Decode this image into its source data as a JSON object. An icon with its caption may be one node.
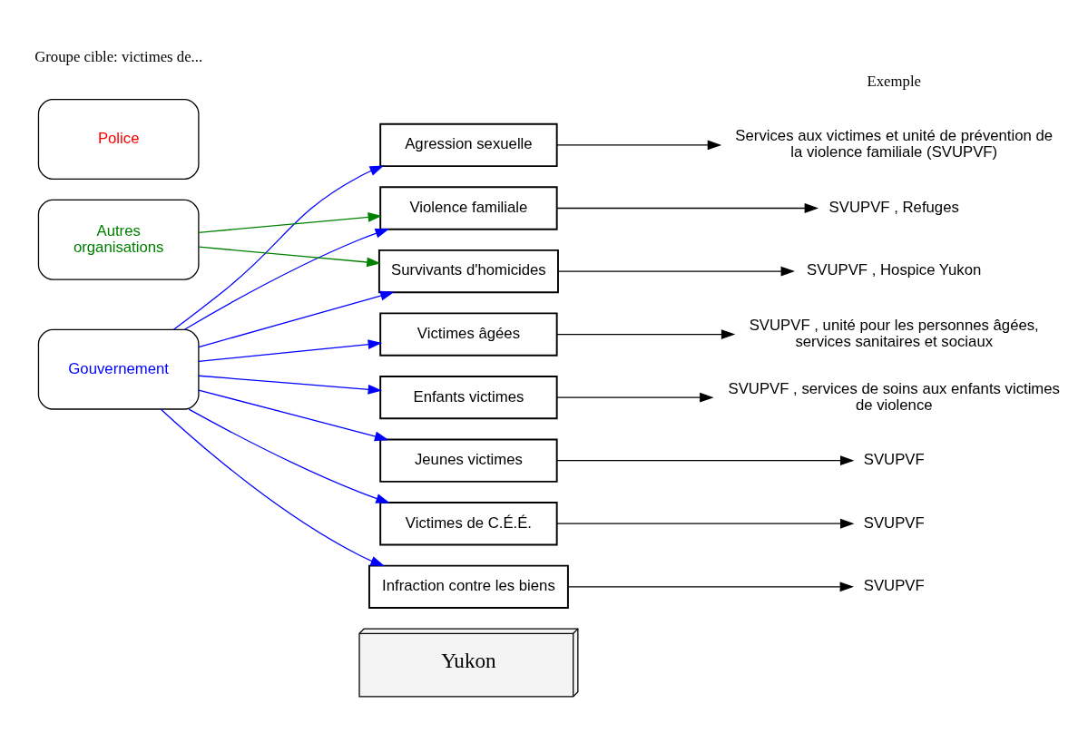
{
  "diagram": {
    "nodes": [
      {
        "text": [
          "Yukon"
        ]
      },
      {
        "text": [
          "Gouvernement"
        ]
      },
      {
        "text": [
          "Autres organisations"
        ]
      },
      {
        "text": [
          "Police"
        ]
      },
      {
        "text": [
          "Agression sexuelle"
        ]
      },
      {
        "text": [
          "Violence familiale"
        ]
      },
      {
        "text": [
          "Survivants d'homicides"
        ]
      },
      {
        "text": [
          "Victimes âgées"
        ]
      },
      {
        "text": [
          "Enfants victimes"
        ]
      },
      {
        "text": [
          "Jeunes victimes"
        ]
      },
      {
        "text": [
          "Victimes de C.É.É."
        ]
      },
      {
        "text": [
          "Infraction contre les biens"
        ]
      },
      {
        "text": [
          "Services aux victimes et unité de prévention de la violence familiale (SVUPVF)"
        ]
      },
      {
        "text": [
          "SVUPVF , Refuges"
        ]
      },
      {
        "text": [
          "SVUPVF , Hospice Yukon"
        ]
      },
      {
        "text": [
          "SVUPVF , unité pour les personnes âgées, services sanitaires et sociaux"
        ]
      },
      {
        "text": [
          "SVUPVF , services de soins aux enfants victimes de violence"
        ]
      },
      {
        "text": [
          "SVUPVF"
        ]
      },
      {
        "text": [
          "SVUPVF"
        ]
      },
      {
        "text": [
          "SVUPVF"
        ]
      }
    ],
    "edges": [
      {
        "from": 1,
        "to": 4,
        "arrow": "to",
        "color": "#0000ff"
      },
      {
        "from": 1,
        "to": 5,
        "arrow": "to",
        "color": "#0000ff"
      },
      {
        "from": 1,
        "to": 6,
        "arrow": "to",
        "color": "#0000ff"
      },
      {
        "from": 1,
        "to": 7,
        "arrow": "to",
        "color": "#0000ff"
      },
      {
        "from": 1,
        "to": 8,
        "arrow": "to",
        "color": "#0000ff"
      },
      {
        "from": 1,
        "to": 9,
        "arrow": "to",
        "color": "#0000ff"
      },
      {
        "from": 1,
        "to": 10,
        "arrow": "to",
        "color": "#0000ff"
      },
      {
        "from": 1,
        "to": 11,
        "arrow": "to",
        "color": "#0000ff"
      },
      {
        "from": 2,
        "to": 5,
        "arrow": "to",
        "color": "#008000"
      },
      {
        "from": 2,
        "to": 6,
        "arrow": "to",
        "color": "#008000"
      },
      {
        "from": 4,
        "to": 12,
        "arrow": "to",
        "color": "#000000"
      },
      {
        "from": 5,
        "to": 13,
        "arrow": "to",
        "color": "#000000"
      },
      {
        "from": 6,
        "to": 14,
        "arrow": "to",
        "color": "#000000"
      },
      {
        "from": 7,
        "to": 15,
        "arrow": "to",
        "color": "#000000"
      },
      {
        "from": 8,
        "to": 16,
        "arrow": "to",
        "color": "#000000"
      },
      {
        "from": 9,
        "to": 17,
        "arrow": "to",
        "color": "#000000"
      },
      {
        "from": 10,
        "to": 18,
        "arrow": "to",
        "color": "#000000"
      },
      {
        "from": 11,
        "to": 19,
        "arrow": "to",
        "color": "#000000"
      }
    ],
    "labels": [
      "Exemple",
      "Groupe cible: victimes de..."
    ]
  }
}
